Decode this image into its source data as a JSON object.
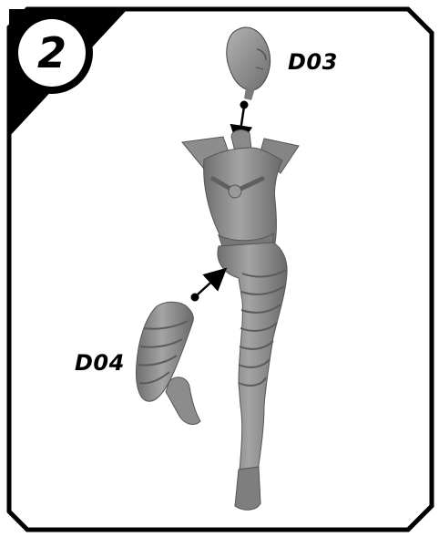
{
  "step": {
    "number": "2"
  },
  "parts": [
    {
      "id": "D03",
      "label": "D03",
      "description": "head"
    },
    {
      "id": "D04",
      "label": "D04",
      "description": "lower leg"
    }
  ],
  "colors": {
    "frame": "#000000",
    "figure": "#8f8f8f",
    "figure_shadow": "#5e5e5e",
    "figure_highlight": "#b9b9b9",
    "background": "#ffffff"
  },
  "icons": {
    "connector": "arrow-with-dot"
  }
}
